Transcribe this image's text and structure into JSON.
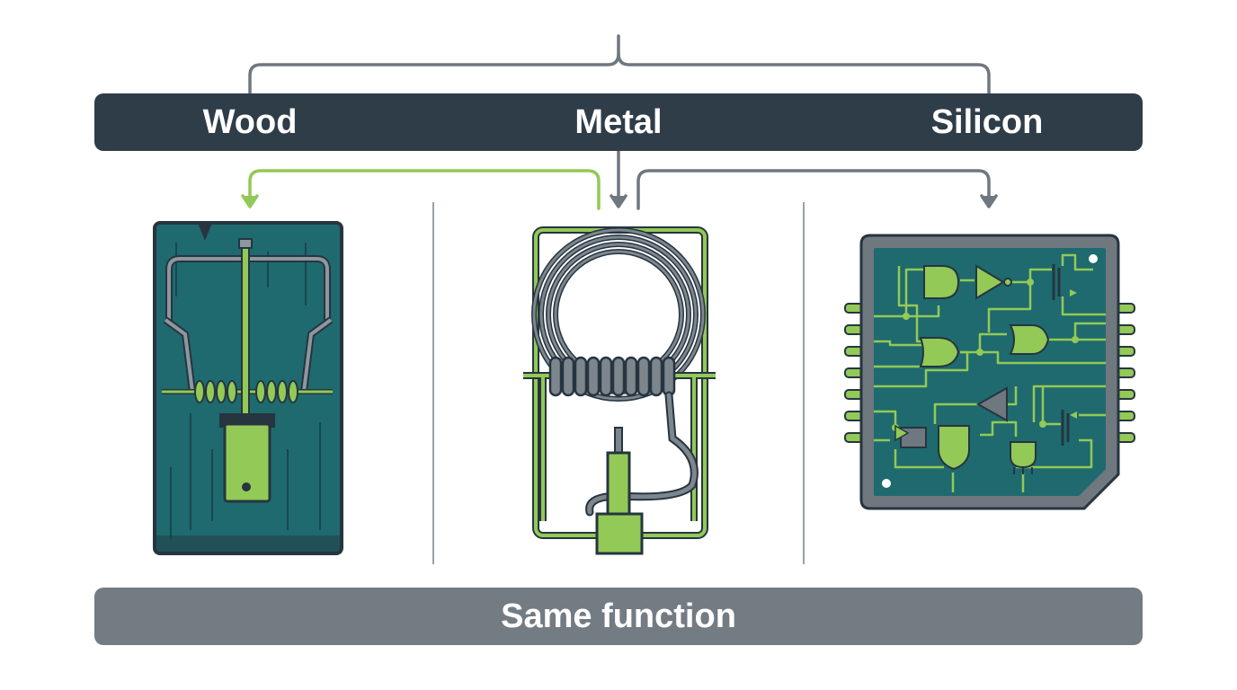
{
  "materials": [
    {
      "label": "Wood"
    },
    {
      "label": "Metal"
    },
    {
      "label": "Silicon"
    }
  ],
  "footer": {
    "label": "Same function"
  },
  "colors": {
    "dark": "#2f3d49",
    "teal": "#1e6a6f",
    "green": "#93c956",
    "gray": "#6f777f",
    "footer": "#737b83"
  },
  "icons": [
    "mousetrap-wood-icon",
    "mousetrap-metal-spring-icon",
    "silicon-chip-icon"
  ]
}
